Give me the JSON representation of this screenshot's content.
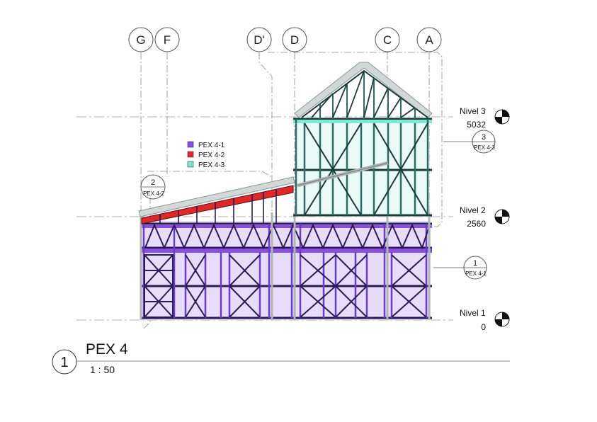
{
  "grids": [
    "G",
    "F",
    "D'",
    "D",
    "C",
    "A"
  ],
  "levels": [
    {
      "name": "Nivel 3",
      "elevation": "5032"
    },
    {
      "name": "Nivel 2",
      "elevation": "2560"
    },
    {
      "name": "Nivel 1",
      "elevation": "0"
    }
  ],
  "legend": [
    {
      "label": "PEX 4-1",
      "color": "#8a4fe0"
    },
    {
      "label": "PEX 4-2",
      "color": "#e0282a"
    },
    {
      "label": "PEX 4-3",
      "color": "#7fe8d0"
    }
  ],
  "callouts": [
    {
      "number": "2",
      "ref": "PEX 4-2"
    },
    {
      "number": "3",
      "ref": "PEX 4-3"
    },
    {
      "number": "1",
      "ref": "PEX 4-1"
    }
  ],
  "view": {
    "number": "1",
    "title": "PEX 4",
    "scale": "1 : 50"
  }
}
